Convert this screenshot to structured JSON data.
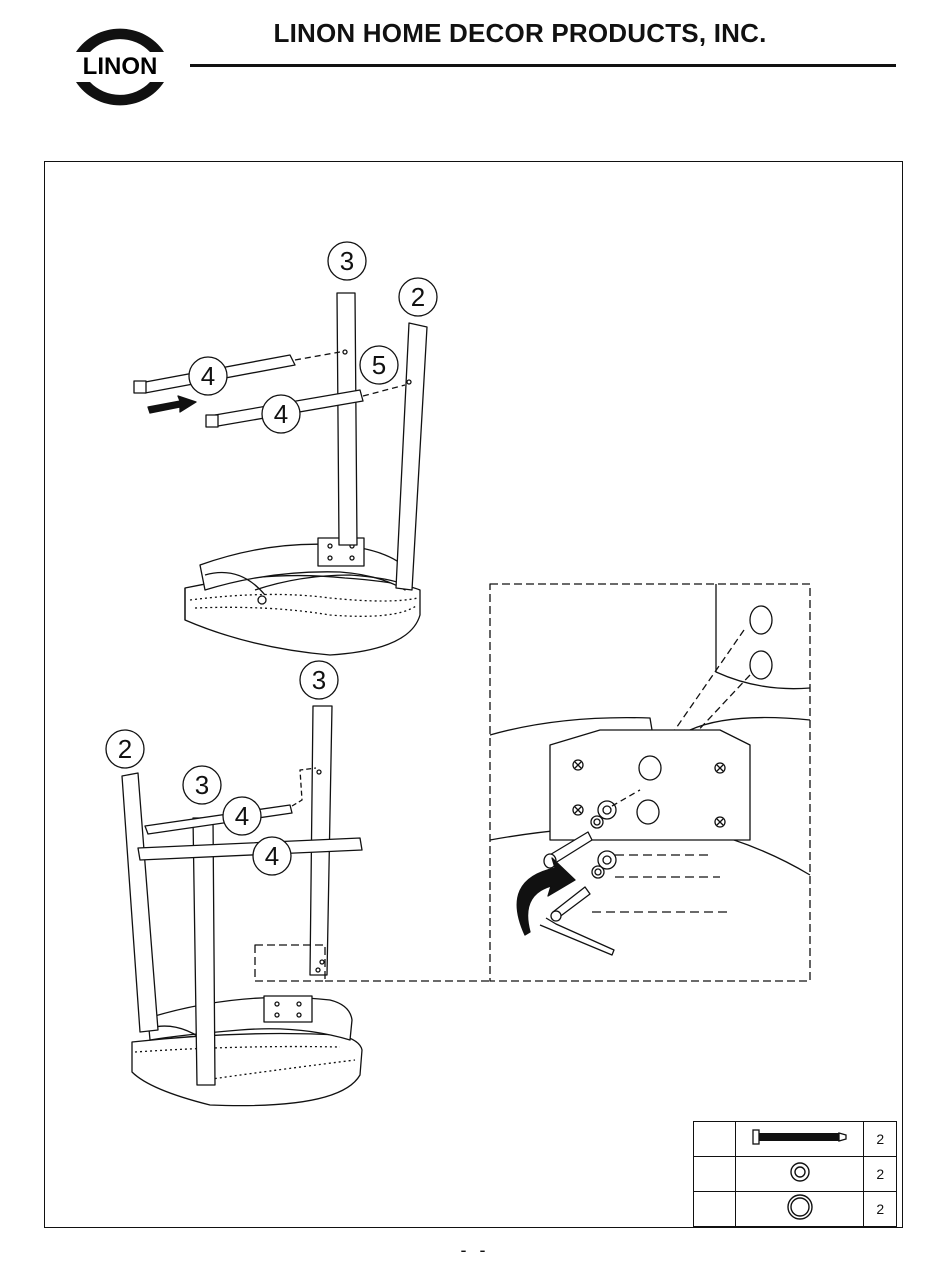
{
  "header": {
    "logo_text": "LINON",
    "company_name": "LINON HOME DECOR PRODUCTS, INC."
  },
  "diagram": {
    "callouts_top": [
      "3",
      "2",
      "4",
      "5",
      "4"
    ],
    "callouts_bottom": [
      "3",
      "2",
      "3",
      "4",
      "4"
    ]
  },
  "hardware": [
    {
      "key": "",
      "icon": "bolt-icon",
      "qty": "2"
    },
    {
      "key": "",
      "icon": "lock-washer-icon",
      "qty": "2"
    },
    {
      "key": "",
      "icon": "flat-washer-icon",
      "qty": "2"
    }
  ],
  "footer": {
    "page_number": "- -"
  }
}
